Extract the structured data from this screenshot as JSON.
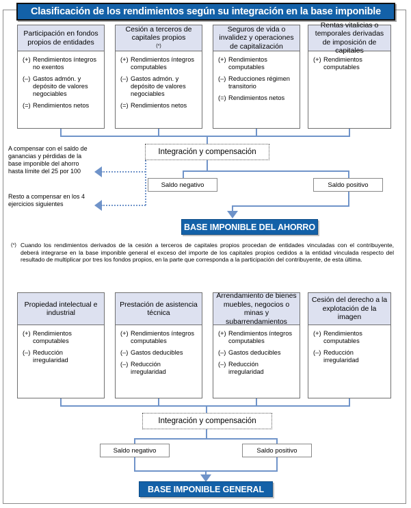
{
  "title": "Clasificación de los rendimientos según su integración en la base imponible",
  "savings_section": {
    "boxes": [
      {
        "heading": "Participación en fondos propios de entidades",
        "lines": [
          {
            "sign": "(+)",
            "text": "Rendimientos íntegros no exentos"
          },
          {
            "sign": "(–)",
            "text": "Gastos admón. y depósito de valores negociables"
          },
          {
            "sign": "(=)",
            "text": "Rendimientos netos"
          }
        ]
      },
      {
        "heading": "Cesión a terceros de capitales propios",
        "heading_footnote_mark": "(*)",
        "lines": [
          {
            "sign": "(+)",
            "text": "Rendimientos íntegros computables"
          },
          {
            "sign": "(–)",
            "text": "Gastos admón. y depósito de valores negociables"
          },
          {
            "sign": "(=)",
            "text": "Rendimientos netos"
          }
        ]
      },
      {
        "heading": "Seguros de vida o invalidez y operaciones de capitalización",
        "lines": [
          {
            "sign": "(+)",
            "text": "Rendimientos computables"
          },
          {
            "sign": "(–)",
            "text": "Reducciones régimen transitorio"
          },
          {
            "sign": "(=)",
            "text": "Rendimientos netos"
          }
        ]
      },
      {
        "heading": "Rentas vitalicias o temporales derivadas de imposición de capitales",
        "lines": [
          {
            "sign": "(+)",
            "text": "Rendimientos computables"
          }
        ]
      }
    ],
    "integration_label": "Integración y compensación",
    "negative_label": "Saldo negativo",
    "positive_label": "Saldo positivo",
    "result_label": "BASE IMPONIBLE DEL AHORRO",
    "note_1": "A compensar con el saldo de ganancias y pérdidas de la base imponible del ahorro hasta límite del 25 por 100",
    "note_2": "Resto a compensar en los 4 ejercicios siguientes"
  },
  "footnote": {
    "mark": "(*)",
    "text": "Cuando los rendimientos derivados de la cesión a terceros de capitales propios procedan de entidades vinculadas con el contribuyente, deberá integrarse en la base imponible general el exceso del importe de los capitales propios cedidos a la entidad vinculada respecto del resultado de multiplicar por tres los fondos propios, en la parte que corresponda a la participación del contribuyente, de esta última."
  },
  "general_section": {
    "boxes": [
      {
        "heading": "Propiedad intelectual e industrial",
        "lines": [
          {
            "sign": "(+)",
            "text": "Rendimientos computables"
          },
          {
            "sign": "(–)",
            "text": "Reducción irregularidad"
          }
        ]
      },
      {
        "heading": "Prestación de asistencia técnica",
        "lines": [
          {
            "sign": "(+)",
            "text": "Rendimientos íntegros computables"
          },
          {
            "sign": "(–)",
            "text": "Gastos deducibles"
          },
          {
            "sign": "(–)",
            "text": "Reducción irregularidad"
          }
        ]
      },
      {
        "heading": "Arrendamiento de bienes muebles, negocios o minas y subarrendamientos",
        "lines": [
          {
            "sign": "(+)",
            "text": "Rendimientos íntegros computables"
          },
          {
            "sign": "(–)",
            "text": "Gastos deducibles"
          },
          {
            "sign": "(–)",
            "text": "Reducción irregularidad"
          }
        ]
      },
      {
        "heading": "Cesión del derecho a la explotación de la imagen",
        "lines": [
          {
            "sign": "(+)",
            "text": "Rendimientos computables"
          },
          {
            "sign": "(–)",
            "text": "Reducción irregularidad"
          }
        ]
      }
    ],
    "integration_label": "Integración y compensación",
    "negative_label": "Saldo negativo",
    "positive_label": "Saldo positivo",
    "result_label": "BASE IMPONIBLE GENERAL"
  },
  "colors": {
    "banner_blue": "#1361a8",
    "box_header_fill": "#dde1f0",
    "connector_blue": "#6f93c9",
    "frame_gray": "#8a8a8a"
  }
}
